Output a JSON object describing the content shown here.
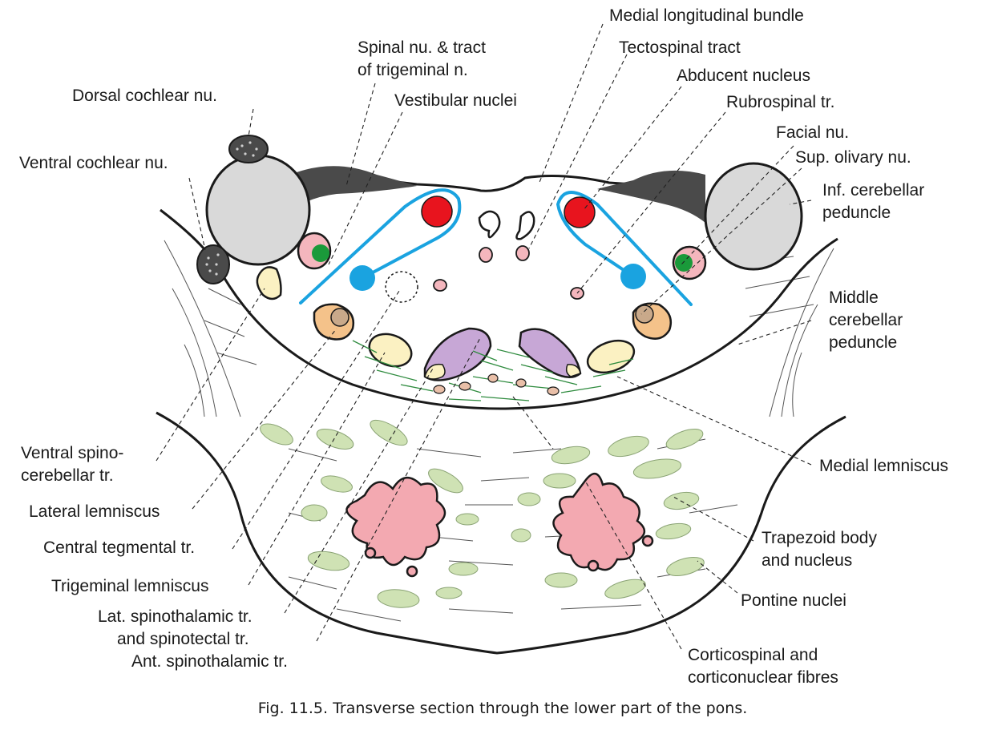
{
  "labels": {
    "medial_longitudinal_bundle": "Medial longitudinal bundle",
    "spinal_nu_line1": "Spinal nu. & tract",
    "spinal_nu_line2": "of trigeminal n.",
    "tectospinal_tract": "Tectospinal tract",
    "abducent_nucleus": "Abducent nucleus",
    "dorsal_cochlear_nu": "Dorsal cochlear nu.",
    "vestibular_nuclei": "Vestibular nuclei",
    "rubrospinal_tr": "Rubrospinal tr.",
    "facial_nu": "Facial nu.",
    "sup_olivary_nu": "Sup. olivary nu.",
    "ventral_cochlear_nu": "Ventral cochlear nu.",
    "inf_cerebellar_line1": "Inf. cerebellar",
    "inf_cerebellar_line2": "peduncle",
    "middle_cerebellar_line1": "Middle",
    "middle_cerebellar_line2": "cerebellar",
    "middle_cerebellar_line3": "peduncle",
    "ventral_spino_line1": "Ventral spino-",
    "ventral_spino_line2": "cerebellar tr.",
    "medial_lemniscus": "Medial lemniscus",
    "lateral_lemniscus": "Lateral lemniscus",
    "trapezoid_line1": "Trapezoid body",
    "trapezoid_line2": "and nucleus",
    "central_tegmental_tr": "Central tegmental tr.",
    "trigeminal_lemniscus": "Trigeminal lemniscus",
    "pontine_nuclei": "Pontine nuclei",
    "lat_spinothalamic_line1": "Lat. spinothalamic tr.",
    "lat_spinothalamic_line2": "and spinotectal tr.",
    "corticospinal_line1": "Corticospinal and",
    "corticospinal_line2": "corticonuclear fibres",
    "ant_spinothalamic_tr": "Ant. spinothalamic tr."
  },
  "caption": "Fig. 11.5. Transverse section through the lower part of the pons.",
  "colors": {
    "red_nucleus": "#e8141e",
    "blue_nucleus": "#1aa3e0",
    "green_nucleus": "#1a9a3a",
    "pink": "#f4b6bd",
    "pontine_pink": "#f3a9b1",
    "lavender": "#c7a7d6",
    "cream": "#fbf1c2",
    "orange": "#f4c28a",
    "green_bundle": "#cfe2b4",
    "grey": "#d9d9d9",
    "dark": "#4a4a4a"
  }
}
